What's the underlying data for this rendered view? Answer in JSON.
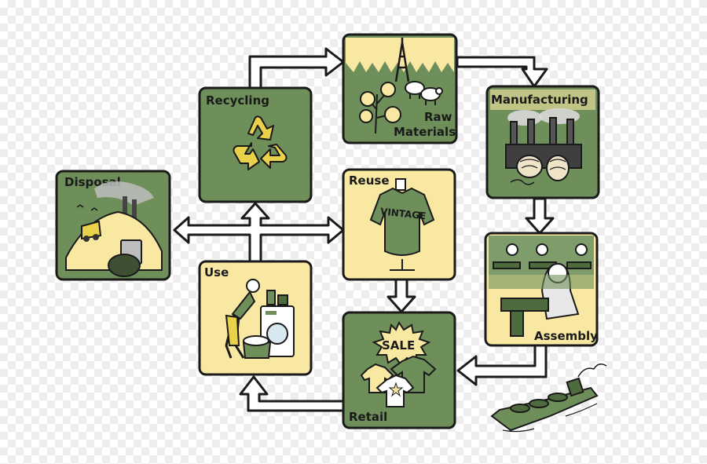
{
  "colors": {
    "green": "#6e8f5a",
    "green_dark": "#4e6b3e",
    "yellow": "#f9e8a2",
    "outline": "#1a1a1a",
    "arrow_fill": "#ffffff",
    "symbol_yellow": "#e9d14a"
  },
  "stages": {
    "raw": {
      "label_line1": "Raw",
      "label_line2": "Materials",
      "icon": "cotton-sheep-oil-rig-icon"
    },
    "manufacturing": {
      "label": "Manufacturing",
      "icon": "factory-icon"
    },
    "assembly": {
      "label": "Assembly",
      "icon": "sewing-workers-icon"
    },
    "retail": {
      "label": "Retail",
      "sale_sign": "SALE",
      "icon": "shirts-icon"
    },
    "use": {
      "label": "Use",
      "icon": "washing-machine-icon"
    },
    "reuse": {
      "label": "Reuse",
      "shirt_text": "VINTAGE",
      "icon": "vintage-shirt-icon"
    },
    "recycling": {
      "label": "Recycling",
      "icon": "recycle-icon"
    },
    "disposal": {
      "label": "Disposal",
      "icon": "landfill-icon"
    }
  },
  "ship": {
    "icon": "cargo-ship-icon"
  }
}
